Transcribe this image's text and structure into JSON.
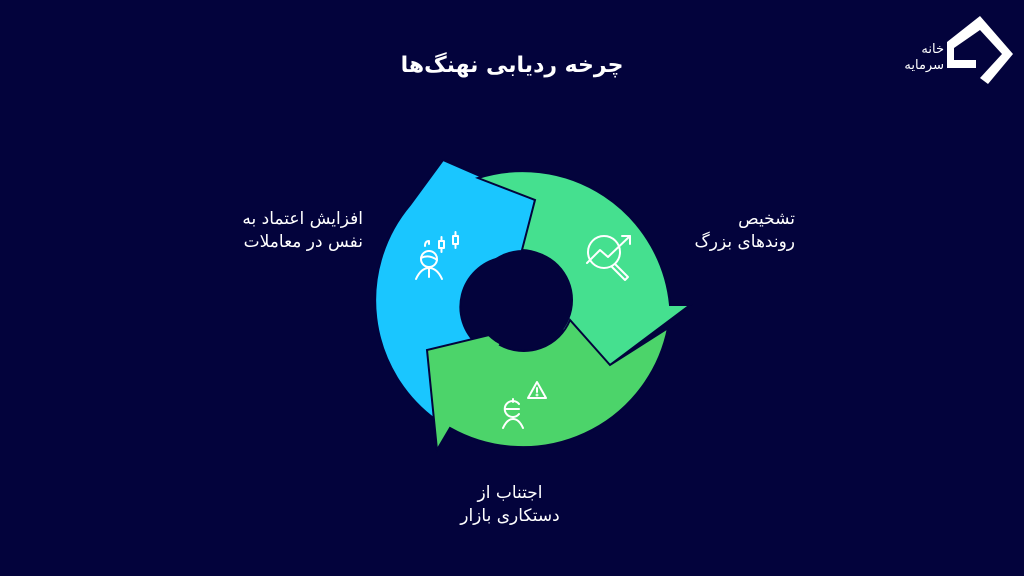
{
  "header": {
    "title": "چرخه ردیابی نهنگ‌ها"
  },
  "logo": {
    "line1": "خانه",
    "line2": "سرمایه",
    "icon": "house-outline-icon"
  },
  "cycle": {
    "colors": {
      "background": "#03033c",
      "blue": "#1ac6ff",
      "light_green": "#45e08f",
      "green": "#4cd46a"
    },
    "steps": [
      {
        "id": "identify-trends",
        "line1": "تشخیص",
        "line2": "روندهای بزرگ",
        "icon": "chart-magnifier-icon",
        "color": "#45e08f"
      },
      {
        "id": "avoid-manipulation",
        "line1": "اجتناب از",
        "line2": "دستکاری بازار",
        "icon": "person-warning-icon",
        "color": "#4cd46a"
      },
      {
        "id": "increase-confidence",
        "line1": "افزایش اعتماد به",
        "line2": "نفس در معاملات",
        "icon": "person-candlestick-icon",
        "color": "#1ac6ff"
      }
    ]
  }
}
